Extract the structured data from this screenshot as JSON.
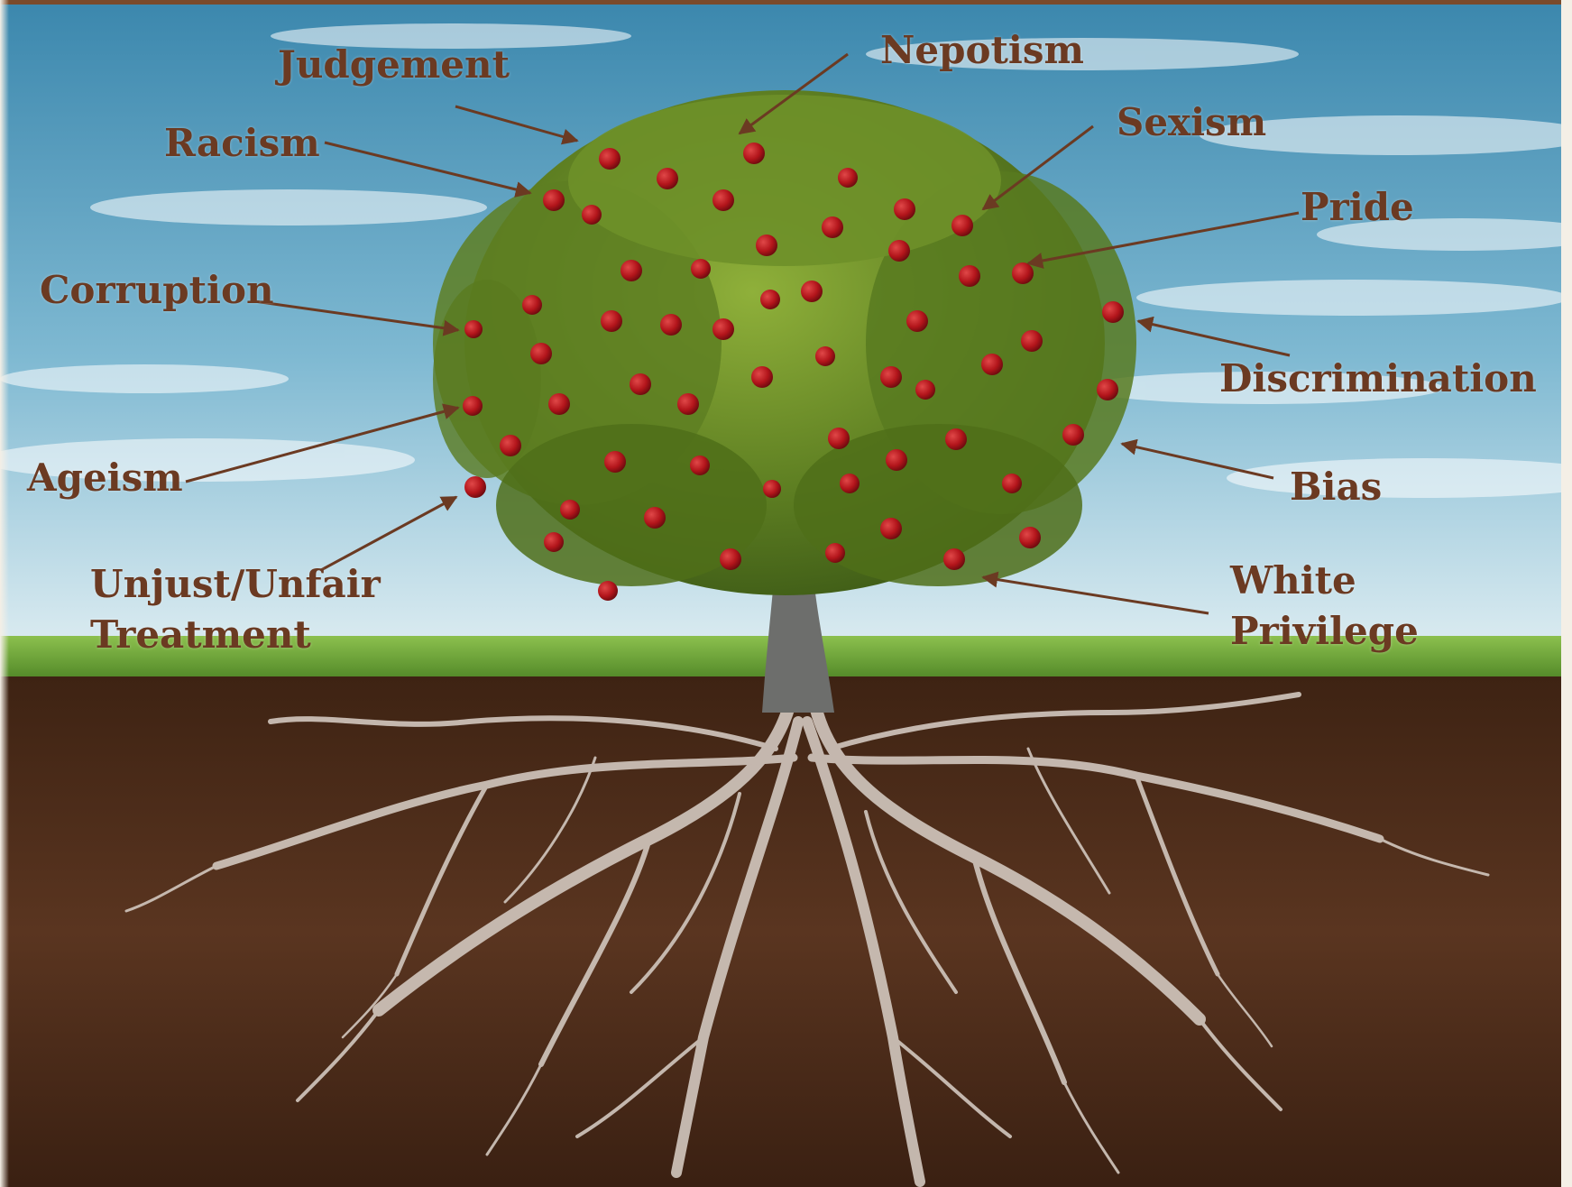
{
  "labels": {
    "judgement": "Judgement",
    "nepotism": "Nepotism",
    "racism": "Racism",
    "sexism": "Sexism",
    "pride": "Pride",
    "corruption": "Corruption",
    "discrimination": "Discrimination",
    "ageism": "Ageism",
    "bias": "Bias",
    "unjust_line1": "Unjust/Unfair",
    "unjust_line2": "Treatment",
    "white_line1": "White",
    "white_line2": "Privilege"
  },
  "colors": {
    "label_text": "#6b3a22",
    "arrow": "#6b3a22",
    "sky_top": "#3e8fb3",
    "sky_bottom": "#d6ecf3",
    "grass": "#5f9a32",
    "soil": "#4a2a17",
    "roots": "#cfc4bb",
    "foliage": "#5c7d1e",
    "apple": "#b3151b",
    "border": "#7a4a2a"
  }
}
